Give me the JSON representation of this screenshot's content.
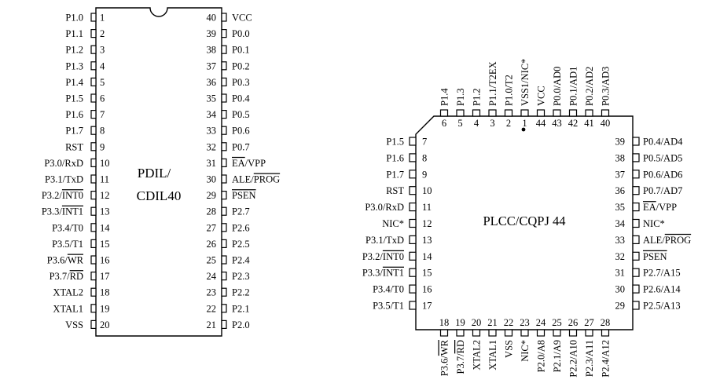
{
  "dip": {
    "title_line1": "PDIL/",
    "title_line2": "CDIL40",
    "left_pins": [
      {
        "num": "1",
        "label": "P1.0"
      },
      {
        "num": "2",
        "label": "P1.1"
      },
      {
        "num": "3",
        "label": "P1.2"
      },
      {
        "num": "4",
        "label": "P1.3"
      },
      {
        "num": "5",
        "label": "P1.4"
      },
      {
        "num": "6",
        "label": "P1.5"
      },
      {
        "num": "7",
        "label": "P1.6"
      },
      {
        "num": "8",
        "label": "P1.7"
      },
      {
        "num": "9",
        "label": "RST"
      },
      {
        "num": "10",
        "label": "P3.0/RxD"
      },
      {
        "num": "11",
        "label": "P3.1/TxD"
      },
      {
        "num": "12",
        "label": "P3.2/",
        "overbar": "INT0"
      },
      {
        "num": "13",
        "label": "P3.3/",
        "overbar": "INT1"
      },
      {
        "num": "14",
        "label": "P3.4/T0"
      },
      {
        "num": "15",
        "label": "P3.5/T1"
      },
      {
        "num": "16",
        "label": "P3.6/",
        "overbar": "WR"
      },
      {
        "num": "17",
        "label": "P3.7/",
        "overbar": "RD"
      },
      {
        "num": "18",
        "label": "XTAL2"
      },
      {
        "num": "19",
        "label": "XTAL1"
      },
      {
        "num": "20",
        "label": "VSS"
      }
    ],
    "right_pins": [
      {
        "num": "40",
        "label": "VCC"
      },
      {
        "num": "39",
        "label": "P0.0"
      },
      {
        "num": "38",
        "label": "P0.1"
      },
      {
        "num": "37",
        "label": "P0.2"
      },
      {
        "num": "36",
        "label": "P0.3"
      },
      {
        "num": "35",
        "label": "P0.4"
      },
      {
        "num": "34",
        "label": "P0.5"
      },
      {
        "num": "33",
        "label": "P0.6"
      },
      {
        "num": "32",
        "label": "P0.7"
      },
      {
        "num": "31",
        "overbar": "EA",
        "label_after": "/VPP"
      },
      {
        "num": "30",
        "label": "ALE/",
        "overbar": "PROG"
      },
      {
        "num": "29",
        "overbar": "PSEN"
      },
      {
        "num": "28",
        "label": "P2.7"
      },
      {
        "num": "27",
        "label": "P2.6"
      },
      {
        "num": "26",
        "label": "P2.5"
      },
      {
        "num": "25",
        "label": "P2.4"
      },
      {
        "num": "24",
        "label": "P2.3"
      },
      {
        "num": "23",
        "label": "P2.2"
      },
      {
        "num": "22",
        "label": "P2.1"
      },
      {
        "num": "21",
        "label": "P2.0"
      }
    ]
  },
  "plcc": {
    "title": "PLCC/CQPJ 44",
    "top_pins": [
      {
        "num": "6",
        "label": "P1.4"
      },
      {
        "num": "5",
        "label": "P1.3"
      },
      {
        "num": "4",
        "label": "P1.2"
      },
      {
        "num": "3",
        "label": "P1.1/T2EX"
      },
      {
        "num": "2",
        "label": "P1.0/T2"
      },
      {
        "num": "1",
        "label": "VSS1/NIC*"
      },
      {
        "num": "44",
        "label": "VCC"
      },
      {
        "num": "43",
        "label": "P0.0/AD0"
      },
      {
        "num": "42",
        "label": "P0.1/AD1"
      },
      {
        "num": "41",
        "label": "P0.2/AD2"
      },
      {
        "num": "40",
        "label": "P0.3/AD3"
      }
    ],
    "left_pins": [
      {
        "num": "7",
        "label": "P1.5"
      },
      {
        "num": "8",
        "label": "P1.6"
      },
      {
        "num": "9",
        "label": "P1.7"
      },
      {
        "num": "10",
        "label": "RST"
      },
      {
        "num": "11",
        "label": "P3.0/RxD"
      },
      {
        "num": "12",
        "label": "NIC*"
      },
      {
        "num": "13",
        "label": "P3.1/TxD"
      },
      {
        "num": "14",
        "label": "P3.2/",
        "overbar": "INT0"
      },
      {
        "num": "15",
        "label": "P3.3/",
        "overbar": "INT1"
      },
      {
        "num": "16",
        "label": "P3.4/T0"
      },
      {
        "num": "17",
        "label": "P3.5/T1"
      }
    ],
    "right_pins": [
      {
        "num": "39",
        "label": "P0.4/AD4"
      },
      {
        "num": "38",
        "label": "P0.5/AD5"
      },
      {
        "num": "37",
        "label": "P0.6/AD6"
      },
      {
        "num": "36",
        "label": "P0.7/AD7"
      },
      {
        "num": "35",
        "overbar": "EA",
        "label_after": "/VPP"
      },
      {
        "num": "34",
        "label": "NIC*"
      },
      {
        "num": "33",
        "label": "ALE/",
        "overbar": "PROG"
      },
      {
        "num": "32",
        "overbar": "PSEN"
      },
      {
        "num": "31",
        "label": "P2.7/A15"
      },
      {
        "num": "30",
        "label": "P2.6/A14"
      },
      {
        "num": "29",
        "label": "P2.5/A13"
      }
    ],
    "bottom_pins": [
      {
        "num": "18",
        "label": "P3.6/",
        "overbar": "WR"
      },
      {
        "num": "19",
        "label": "P3.7/",
        "overbar": "RD"
      },
      {
        "num": "20",
        "label": "XTAL2"
      },
      {
        "num": "21",
        "label": "XTAL1"
      },
      {
        "num": "22",
        "label": "VSS"
      },
      {
        "num": "23",
        "label": "NIC*"
      },
      {
        "num": "24",
        "label": "P2.0/A8"
      },
      {
        "num": "25",
        "label": "P2.1/A9"
      },
      {
        "num": "26",
        "label": "P2.2/A10"
      },
      {
        "num": "27",
        "label": "P2.3/A11"
      },
      {
        "num": "28",
        "label": "P2.4/A12"
      }
    ]
  }
}
